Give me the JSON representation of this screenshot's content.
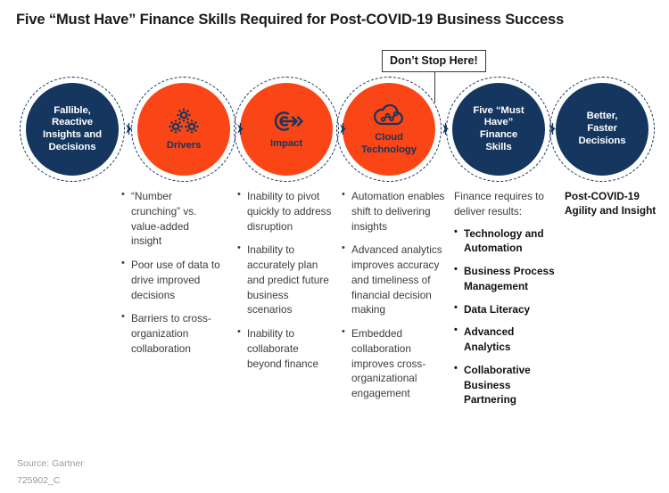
{
  "title": "Five “Must Have” Finance Skills Required for Post-COVID-19 Business Success",
  "callout": {
    "label": "Don’t Stop Here!"
  },
  "colors": {
    "navy": "#14365f",
    "orange": "#fa4616",
    "text": "#3c3c3c",
    "title": "#1a1a1a",
    "footer": "#9a9a9a"
  },
  "nodes": [
    {
      "label": "Fallible,\nReactive\nInsights and\nDecisions",
      "fill": "navy",
      "icon": "none"
    },
    {
      "label": "Drivers",
      "fill": "orange",
      "icon": "gears-icon"
    },
    {
      "label": "Impact",
      "fill": "orange",
      "icon": "target-arrow-icon"
    },
    {
      "label": "Cloud\nTechnology",
      "fill": "orange",
      "icon": "cloud-network-icon"
    },
    {
      "label": "Five “Must\nHave”\nFinance\nSkills",
      "fill": "navy",
      "icon": "none"
    },
    {
      "label": "Better,\nFaster\nDecisions",
      "fill": "navy",
      "icon": "none"
    }
  ],
  "columns": [
    {
      "name": "drivers-column",
      "intro": "",
      "style": "plain",
      "bullets": [
        "“Number crunching” vs. value-added insight",
        "Poor use of data to drive improved decisions",
        "Barriers to cross-organization collaboration"
      ]
    },
    {
      "name": "impact-column",
      "intro": "",
      "style": "plain",
      "bullets": [
        "Inability to pivot quickly to address disruption",
        "Inability to accurately plan and predict future business scenarios",
        "Inability to collaborate beyond finance"
      ]
    },
    {
      "name": "cloud-technology-column",
      "intro": "",
      "style": "plain",
      "bullets": [
        "Automation enables shift to delivering insights",
        "Advanced analytics improves accuracy and timeliness of financial decision making",
        "Embedded collaboration improves cross-organizational engagement"
      ]
    },
    {
      "name": "finance-skills-column",
      "intro": "Finance requires to deliver results:",
      "style": "bold",
      "bullets": [
        "Technology and Automation",
        "Business Process Management",
        "Data Literacy",
        "Advanced Analytics",
        "Collaborative Business Partnering"
      ]
    },
    {
      "name": "outcome-column",
      "intro": "",
      "style": "plain-bold",
      "text": "Post-COVID-19 Agility and Insight",
      "bullets": []
    }
  ],
  "footer": {
    "source": "Source: Gartner",
    "code": "725902_C"
  }
}
